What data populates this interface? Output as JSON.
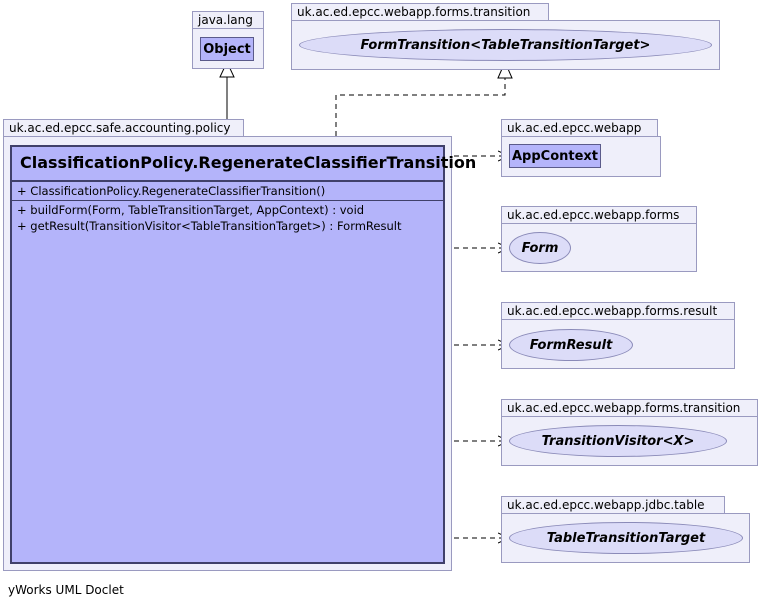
{
  "packages": {
    "java_lang": {
      "name": "java.lang",
      "classes": [
        "Object"
      ]
    },
    "forms_transition_top": {
      "name": "uk.ac.ed.epcc.webapp.forms.transition",
      "interfaces": [
        "FormTransition<TableTransitionTarget>"
      ]
    },
    "accounting_policy": {
      "name": "uk.ac.ed.epcc.safe.accounting.policy"
    },
    "webapp": {
      "name": "uk.ac.ed.epcc.webapp",
      "classes": [
        "AppContext"
      ]
    },
    "forms": {
      "name": "uk.ac.ed.epcc.webapp.forms",
      "interfaces": [
        "Form"
      ]
    },
    "forms_result": {
      "name": "uk.ac.ed.epcc.webapp.forms.result",
      "interfaces": [
        "FormResult"
      ]
    },
    "forms_transition": {
      "name": "uk.ac.ed.epcc.webapp.forms.transition",
      "interfaces": [
        "TransitionVisitor<X>"
      ]
    },
    "jdbc_table": {
      "name": "uk.ac.ed.epcc.webapp.jdbc.table",
      "interfaces": [
        "TableTransitionTarget"
      ]
    }
  },
  "main_class": {
    "name": "ClassificationPolicy.RegenerateClassifierTransition",
    "constructors": [
      "+  ClassificationPolicy.RegenerateClassifierTransition()"
    ],
    "methods": [
      "+  buildForm(Form, TableTransitionTarget, AppContext) : void",
      "+  getResult(TransitionVisitor<TableTransitionTarget>) : FormResult"
    ]
  },
  "footer": "yWorks UML Doclet",
  "colors": {
    "package_fill": "#efeffa",
    "class_fill": "#b4b4fa",
    "interface_fill": "#dcdcf8",
    "border": "#40406a"
  }
}
